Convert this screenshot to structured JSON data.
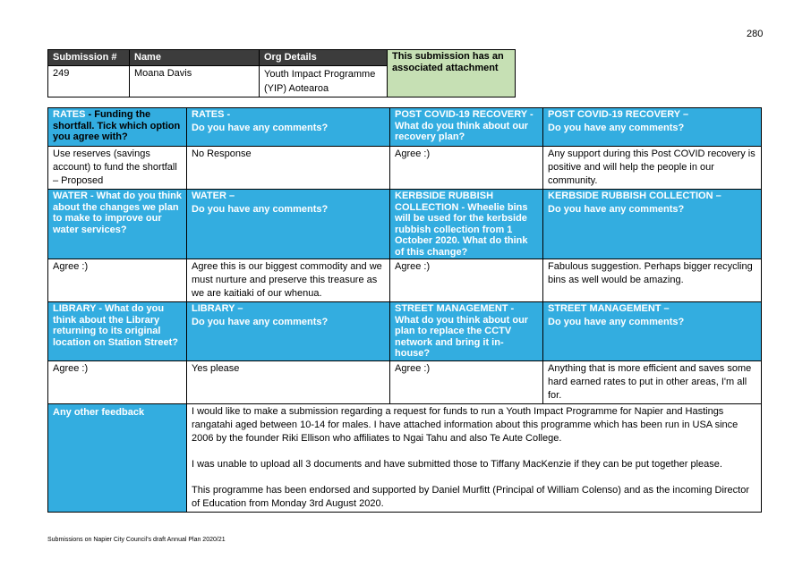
{
  "page_number": "280",
  "submission": {
    "headers": [
      "Submission #",
      "Name",
      "Org Details"
    ],
    "number": "249",
    "name": "Moana Davis",
    "org": "Youth Impact Programme (YIP) Aotearoa",
    "attachment_note": "This submission has an associated attachment"
  },
  "questions": {
    "rates_fund": {
      "title": "RATES",
      "text": " - Funding the shortfall. Tick which option you agree with?"
    },
    "rates_comments": {
      "title": "RATES -",
      "text": "Do you have any comments?"
    },
    "covid_plan": {
      "title": "POST COVID-19 RECOVERY",
      "text": " - What do you think about our recovery plan?"
    },
    "covid_comments": {
      "title": "POST COVID-19 RECOVERY –",
      "text": "Do you have any comments?"
    },
    "water_plan": {
      "title": "WATER",
      "text": " - What do you think about the changes we plan to make to improve our water services?"
    },
    "water_comments": {
      "title": "WATER –",
      "text": "Do you have any comments?"
    },
    "kerbside_plan": {
      "title": "KERBSIDE RUBBISH COLLECTION",
      "text": " - Wheelie bins will be used for the kerbside rubbish collection from 1 October 2020. What do think of this change?"
    },
    "kerbside_comments": {
      "title": "KERBSIDE RUBBISH COLLECTION –",
      "text": "Do you have any comments?"
    },
    "library_plan": {
      "title": "LIBRARY",
      "text": " - What do you think about the Library returning to its original location on Station Street?"
    },
    "library_comments": {
      "title": "LIBRARY –",
      "text": "Do you have any comments?"
    },
    "street_plan": {
      "title": "STREET MANAGEMENT",
      "text": " - What do you think about our plan to replace the CCTV network and bring it in-house?"
    },
    "street_comments": {
      "title": "STREET MANAGEMENT –",
      "text": "Do you have any comments?"
    },
    "other_feedback": {
      "title": "Any other feedback"
    }
  },
  "answers": {
    "rates_fund": "Use reserves (savings account) to fund the shortfall – Proposed",
    "rates_comments": "No Response",
    "covid_plan": "Agree :)",
    "covid_comments": "Any support during this Post COVID recovery is positive and will help the people in our community.",
    "water_plan": "Agree :)",
    "water_comments": "Agree this is our biggest commodity and we must nurture and preserve this treasure as we are kaitiaki of our whenua.",
    "kerbside_plan": "Agree :)",
    "kerbside_comments": "Fabulous suggestion.  Perhaps bigger recycling bins as well would be amazing.",
    "library_plan": "Agree :)",
    "library_comments": "Yes please",
    "street_plan": "Agree :)",
    "street_comments": "Anything that is more efficient and saves some hard earned rates to put in other areas, I'm all for.",
    "other_feedback": [
      "I would like to make a submission regarding a request for funds to run a Youth Impact Programme for Napier and Hastings rangatahi aged between 10-14 for males.  I have attached information about this programme which has been run in USA since 2006 by the founder Riki Ellison who affiliates to Ngai Tahu and also Te Aute College.",
      "I was unable to upload all 3 documents and have submitted those to Tiffany MacKenzie if they can be put together please.",
      "This programme has been endorsed and supported by Daniel Murfitt (Principal of William Colenso) and as the incoming Director of Education from Monday 3rd August 2020."
    ]
  },
  "footer": "Submissions on Napier City Council's draft Annual Plan 2020/21"
}
